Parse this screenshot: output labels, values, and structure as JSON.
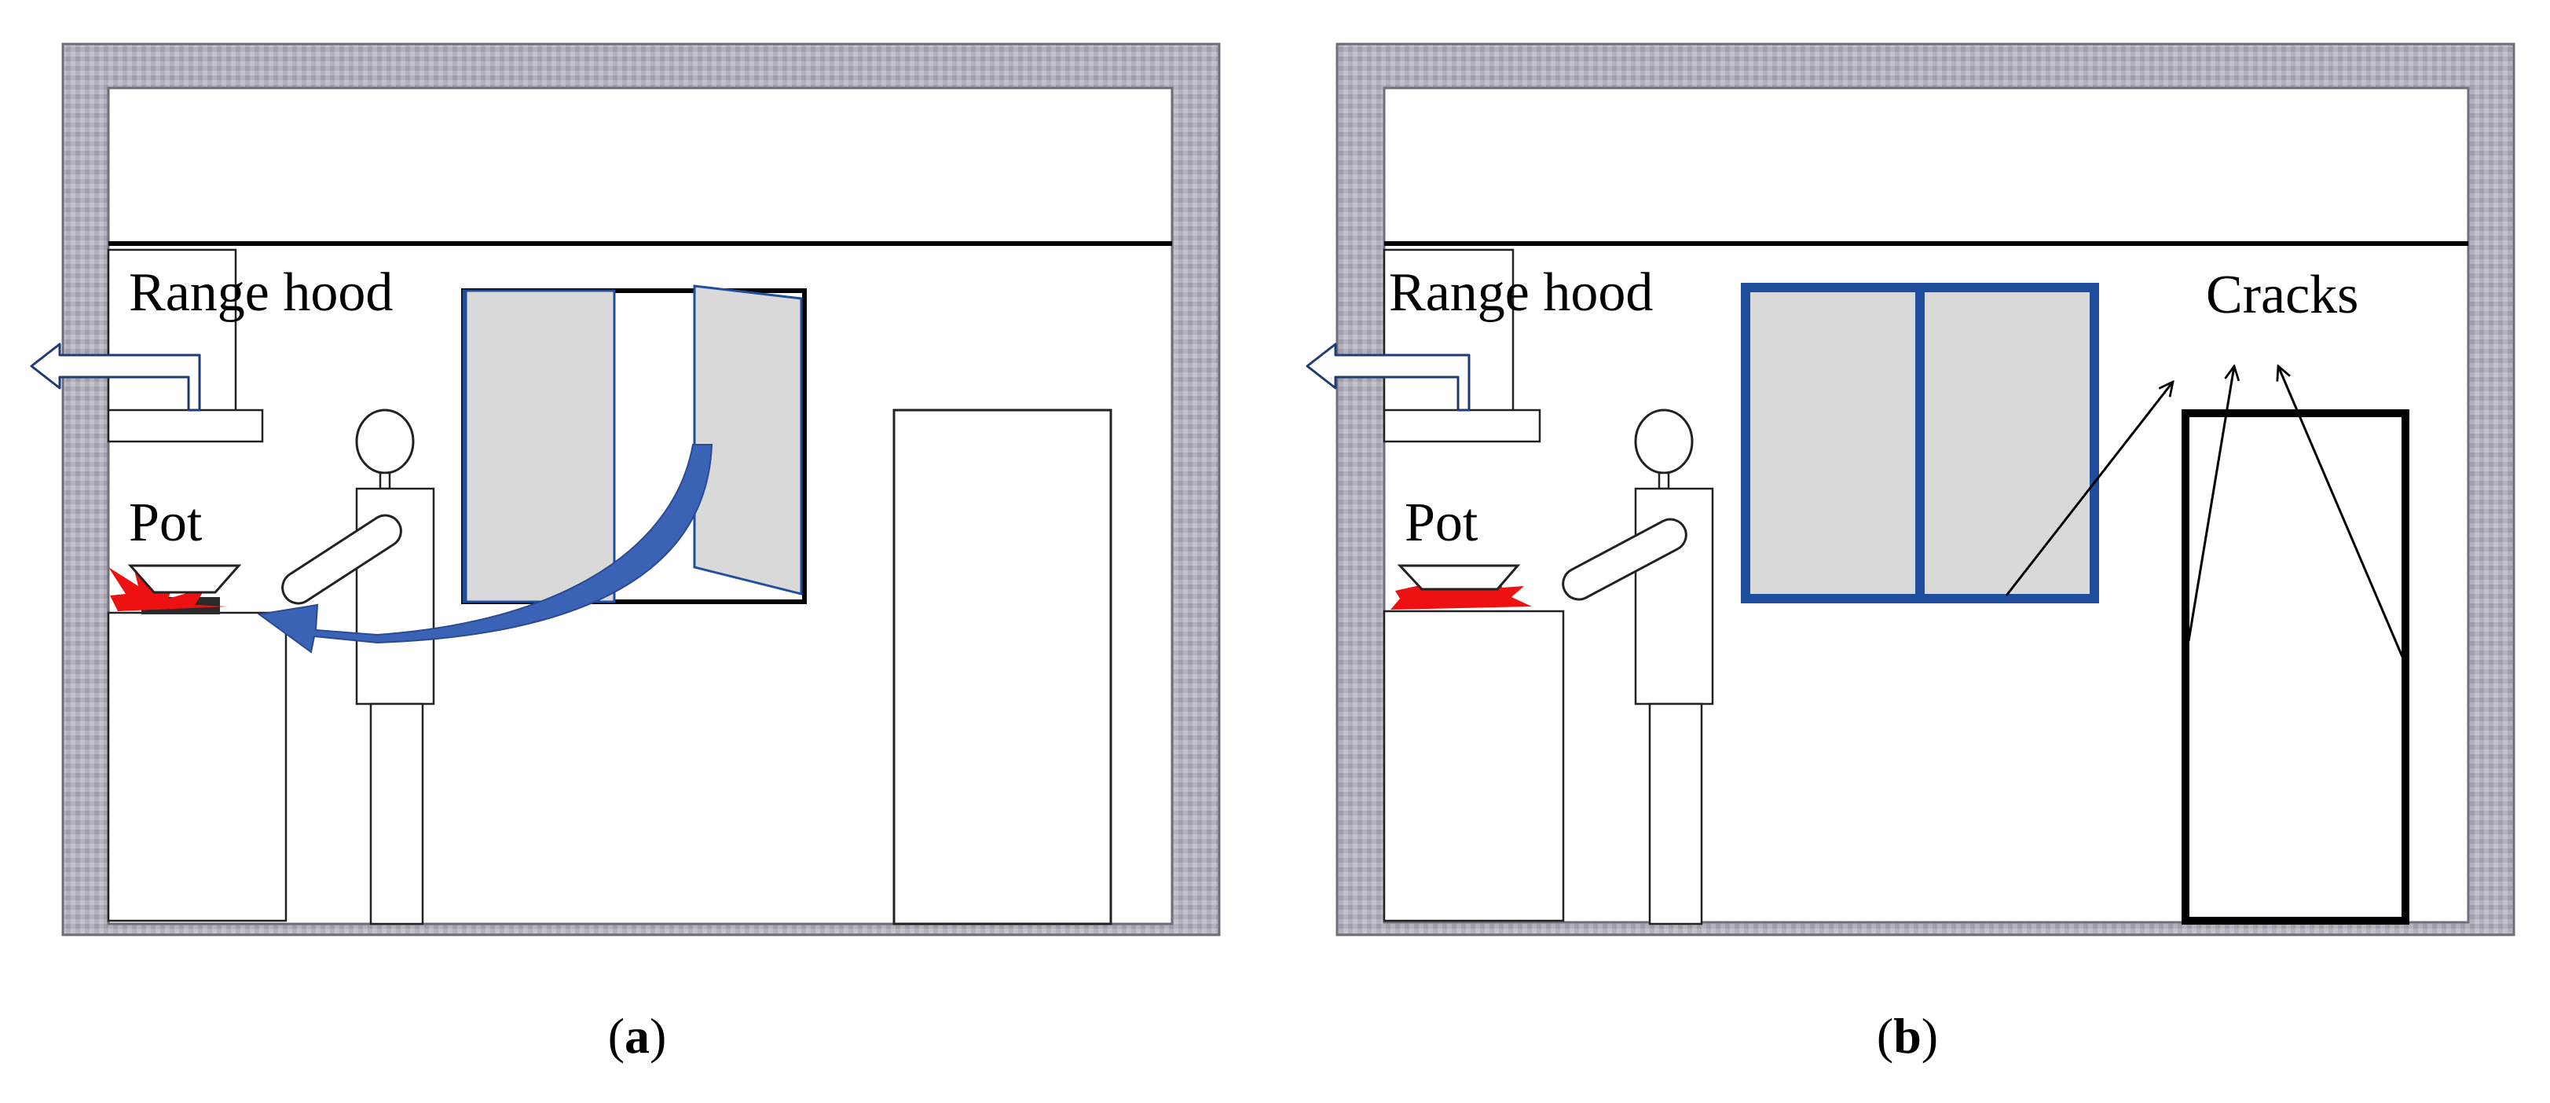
{
  "colors": {
    "wall": "#a9a8b4",
    "wall_outline": "#6f6e78",
    "object_fill": "#d9d9d9",
    "window_blue": "#1f4e9e",
    "arrow_blue": "#3b63b5",
    "flame": "#ee1111",
    "line": "#000000"
  },
  "panel_a": {
    "range_hood_label": "Range hood",
    "pot_label": "Pot",
    "caption_letter": "a",
    "caption_open": "(",
    "caption_close": ")"
  },
  "panel_b": {
    "range_hood_label": "Range hood",
    "pot_label": "Pot",
    "cracks_label": "Cracks",
    "caption_letter": "b",
    "caption_open": "(",
    "caption_close": ")"
  }
}
